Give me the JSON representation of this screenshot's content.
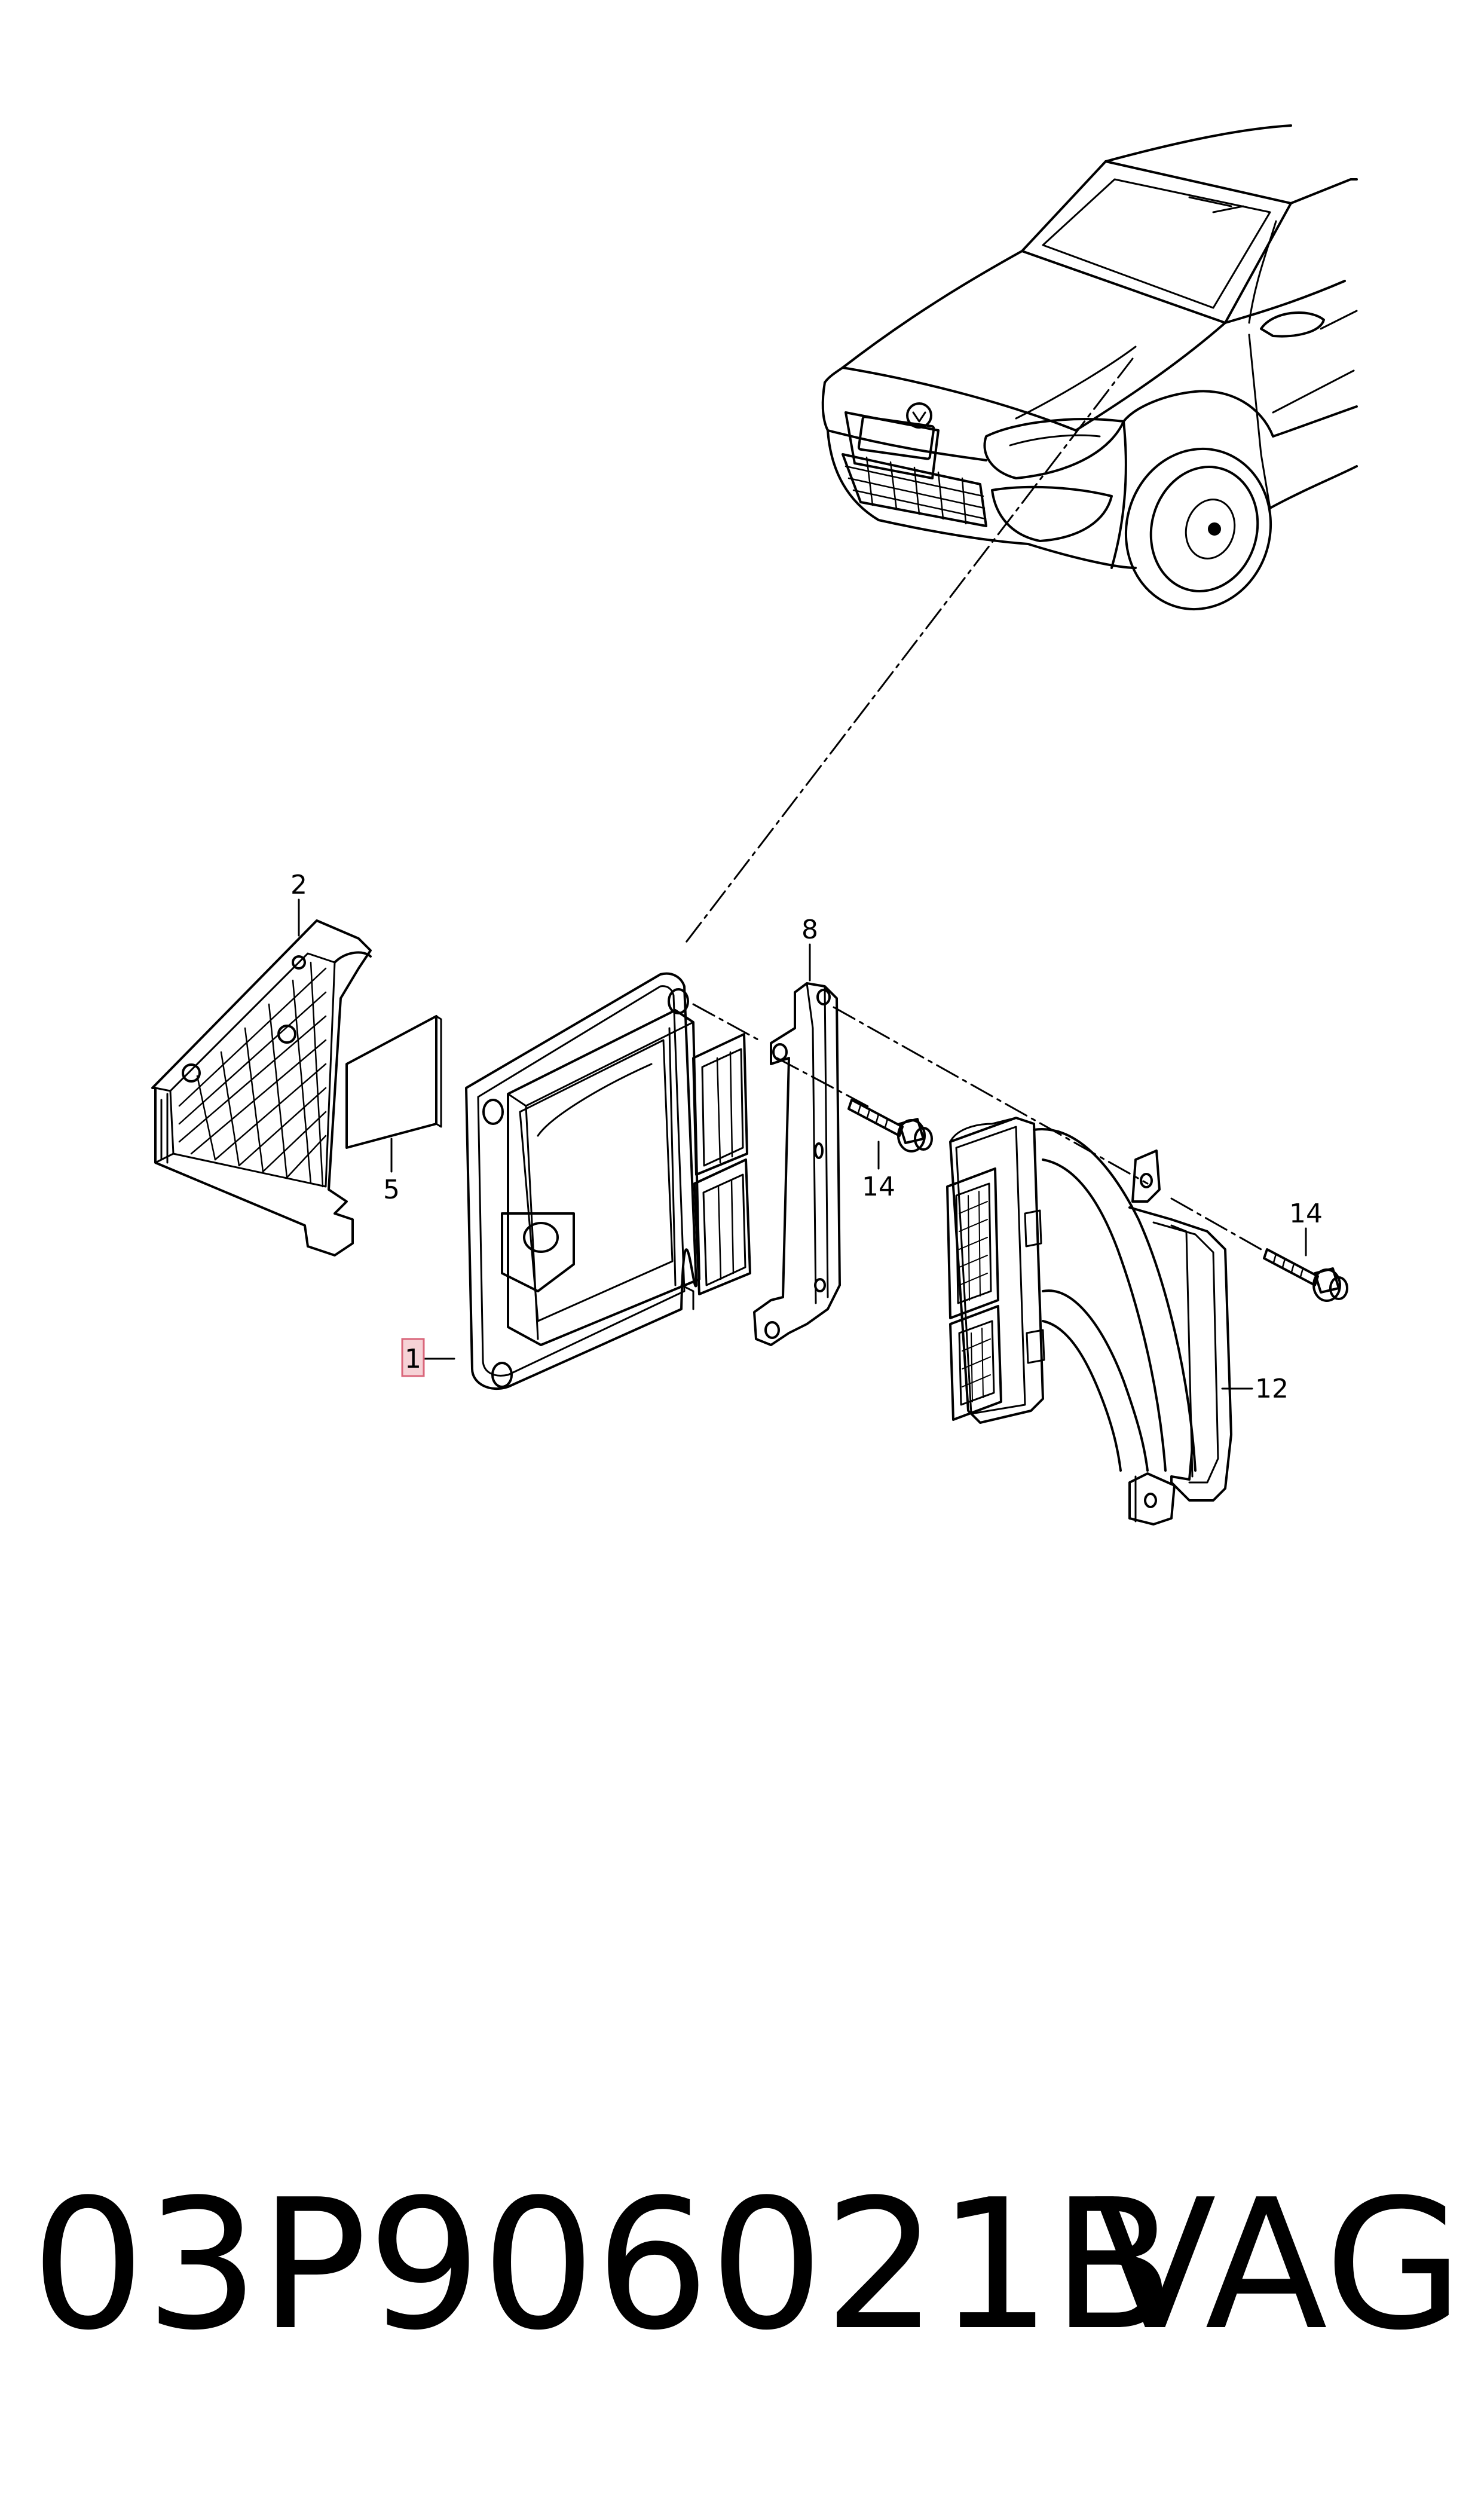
{
  "callouts": {
    "part_1": "1",
    "part_2": "2",
    "part_5": "5",
    "part_8": "8",
    "part_12": "12",
    "part_14a": "14",
    "part_14b": "14"
  },
  "footer": {
    "part_number": "03P906021B",
    "brand": "VAG"
  },
  "colors": {
    "line": "#000000",
    "highlight_fill": "#f6d2d6",
    "highlight_stroke": "#d9667a"
  }
}
